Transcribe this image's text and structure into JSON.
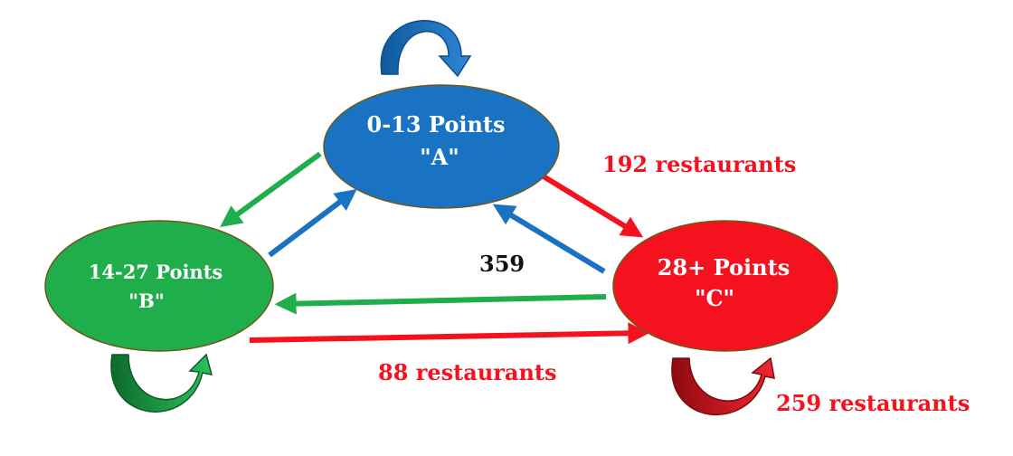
{
  "nodes": {
    "a": {
      "line1": "0-13 Points",
      "line2": "\"A\"",
      "color": "#1a73c2"
    },
    "b": {
      "line1": "14-27 Points",
      "line2": "\"B\"",
      "color": "#1fae4b"
    },
    "c": {
      "line1": "28+ Points",
      "line2": "\"C\"",
      "color": "#f5121f"
    }
  },
  "labels": {
    "a_to_c": "192 restaurants",
    "c_to_a": "359",
    "b_to_c": "88 restaurants",
    "c_self": "259 restaurants"
  },
  "colors": {
    "blue_arrow": "#1a73c2",
    "green_arrow": "#1fae4b",
    "red_arrow": "#f5121f",
    "label_red": "#f5121f",
    "label_black": "#111111"
  }
}
